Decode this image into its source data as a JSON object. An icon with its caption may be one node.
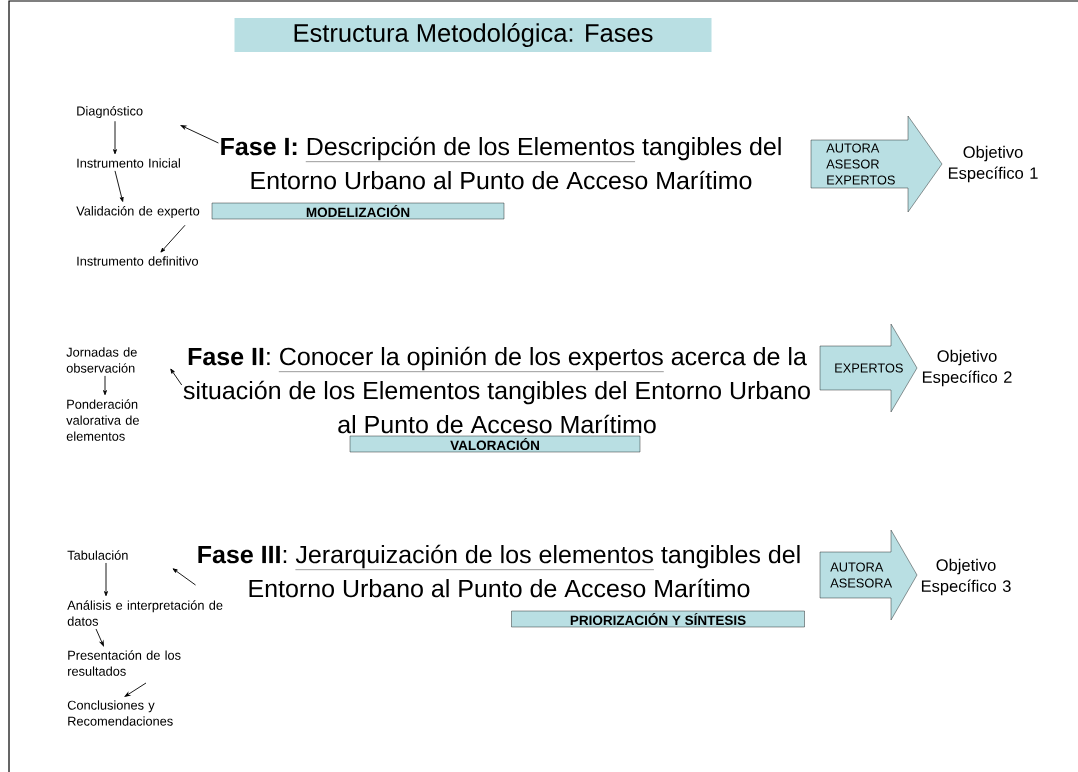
{
  "diagram": {
    "title": "Estructura Metodológica: Fases",
    "nodes": [
      {
        "text": [
          "Diagnóstico"
        ]
      },
      {
        "text": [
          "Instrumento Inicial"
        ]
      },
      {
        "text": [
          "Validación de experto"
        ]
      },
      {
        "text": [
          "Instrumento definitivo"
        ]
      },
      {
        "text": [
          "**Fase I:**",
          "Descripción de los Elementos",
          "tangibles del Entorno Urbano al Punto de Acceso Marítimo"
        ]
      },
      {
        "text": [
          "MODELIZACIÓN"
        ]
      },
      {
        "text": [
          "AUTORA",
          "ASESOR",
          "EXPERTOS"
        ]
      },
      {
        "text": [
          "Objetivo Específico 1"
        ]
      },
      {
        "text": [
          "Jornadas de observación"
        ]
      },
      {
        "text": [
          "Ponderación valorativa de elementos"
        ]
      },
      {
        "text": [
          "**Fase II**:",
          "Conocer la opinión de los expertos",
          "acerca de la situación de los Elementos tangibles del Entorno Urbano al Punto de Acceso Marítimo"
        ]
      },
      {
        "text": [
          "VALORACIÓN"
        ]
      },
      {
        "text": [
          "EXPERTOS"
        ]
      },
      {
        "text": [
          "Objetivo Específico 2"
        ]
      },
      {
        "text": [
          "Tabulación"
        ]
      },
      {
        "text": [
          "Análisis e interpretación de datos"
        ]
      },
      {
        "text": [
          "Presentación de los resultados"
        ]
      },
      {
        "text": [
          "Conclusiones y Recomendaciones"
        ]
      },
      {
        "text": [
          "**Fase III**:",
          "Jerarquización de los elementos",
          "tangibles del Entorno Urbano al Punto de Acceso Marítimo"
        ]
      },
      {
        "text": [
          "PRIORIZACIÓN Y SÍNTESIS"
        ]
      },
      {
        "text": [
          "AUTORA",
          "ASESORA"
        ]
      },
      {
        "text": [
          "Objetivo Específico 3"
        ]
      }
    ],
    "edges": [
      {
        "from": 0,
        "to": 1,
        "arrow": "to"
      },
      {
        "from": 1,
        "to": 2,
        "arrow": "to"
      },
      {
        "from": 2,
        "to": 3,
        "arrow": "to"
      },
      {
        "from": 4,
        "to": null,
        "arrow": "to"
      },
      {
        "from": 8,
        "to": 9,
        "arrow": "to"
      },
      {
        "from": 10,
        "to": null,
        "arrow": "to"
      },
      {
        "from": 14,
        "to": 15,
        "arrow": "to"
      },
      {
        "from": 15,
        "to": 16,
        "arrow": "to"
      },
      {
        "from": 16,
        "to": 17,
        "arrow": "to"
      },
      {
        "from": 18,
        "to": null,
        "arrow": "to"
      }
    ]
  }
}
